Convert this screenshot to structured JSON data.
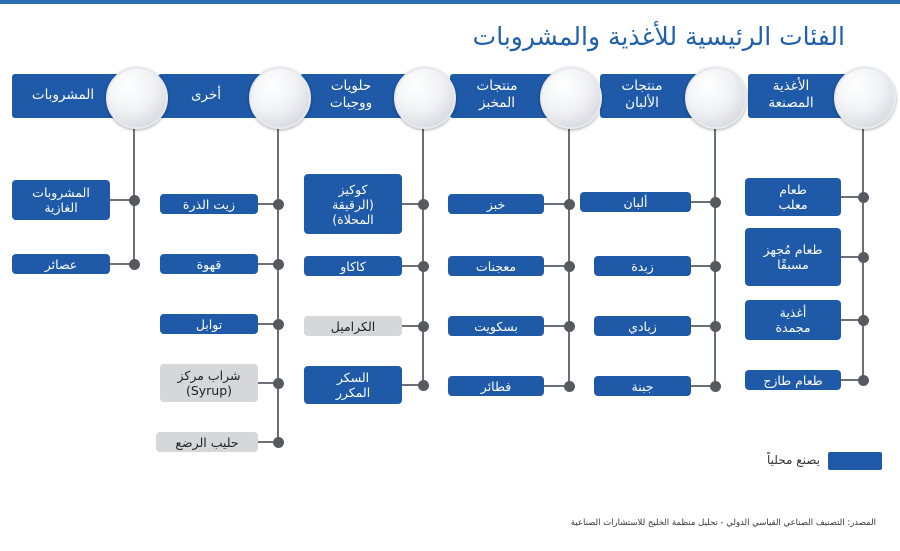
{
  "title": "الفئات الرئيسية للأغذية والمشروبات",
  "colors": {
    "accent": "#1e5aa8",
    "gray_box": "#d6d7da",
    "line": "#6b6f78"
  },
  "categories": [
    {
      "header": [
        "الأغذية",
        "المصنعة"
      ],
      "items": [
        [
          "طعام",
          "معلب"
        ],
        [
          "طعام مُجهز",
          "مسبقًا"
        ],
        [
          "أغذية",
          "مجمدة"
        ],
        [
          "طعام طازج"
        ]
      ]
    },
    {
      "header": [
        "منتجات",
        "الألبان"
      ],
      "items": [
        [
          "ألبان"
        ],
        [
          "زبدة"
        ],
        [
          "زبادي"
        ],
        [
          "جبنة"
        ]
      ]
    },
    {
      "header": [
        "منتجات",
        "المخبز"
      ],
      "items": [
        [
          "خبز"
        ],
        [
          "معجنات"
        ],
        [
          "بسكويت"
        ],
        [
          "فطائر"
        ]
      ]
    },
    {
      "header": [
        "حلويات",
        "ووجبات"
      ],
      "items": [
        [
          "كوكيز",
          "(الرقيقة",
          "المحلاة)"
        ],
        [
          "كاكاو"
        ],
        [
          "الكراميل"
        ],
        [
          "السكر",
          "المكرر"
        ]
      ]
    },
    {
      "header": [
        "أخرى"
      ],
      "items": [
        [
          "زيت الذرة"
        ],
        [
          "قهوة"
        ],
        [
          "توابل"
        ],
        [
          "شراب مركز",
          "(Syrup)"
        ],
        [
          "حليب الرضع"
        ]
      ]
    },
    {
      "header": [
        "المشروبات"
      ],
      "items": [
        [
          "المشروبات",
          "الغازية"
        ],
        [
          "عصائر"
        ]
      ]
    }
  ],
  "legend": {
    "label": "يصنع محلياً",
    "color": "#1e5aa8"
  },
  "source": "المصدر: التصنيف الصناعي القياسي الدولي - تحليل منظمة الخليج للاستشارات الصناعية"
}
